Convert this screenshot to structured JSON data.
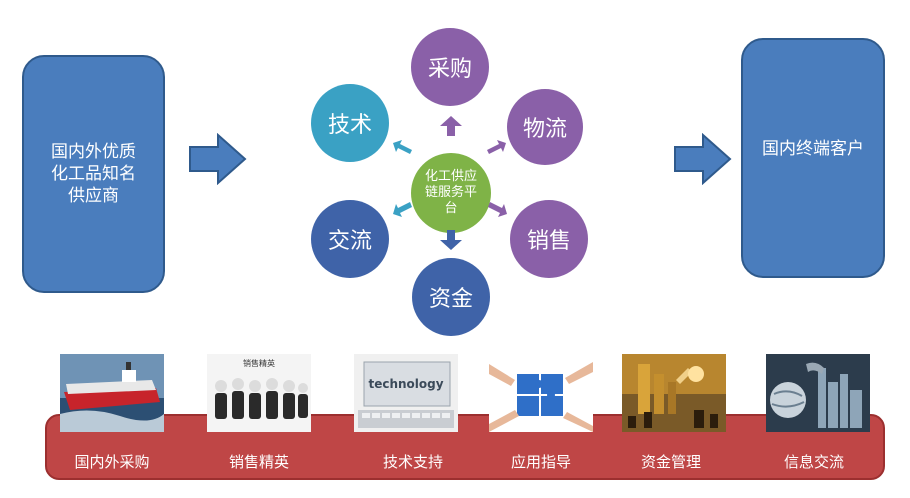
{
  "left_box": {
    "text": "国内外优质化工品知名供应商"
  },
  "right_box": {
    "text": "国内终端客户"
  },
  "center": {
    "text": "化工供应链服务平台"
  },
  "circles": [
    {
      "label": "采购",
      "color": "#8a60a8"
    },
    {
      "label": "物流",
      "color": "#8a60a8"
    },
    {
      "label": "销售",
      "color": "#8a60a8"
    },
    {
      "label": "资金",
      "color": "#3f63a8"
    },
    {
      "label": "交流",
      "color": "#3f63a8"
    },
    {
      "label": "技术",
      "color": "#3aa1c4"
    }
  ],
  "bottom": [
    {
      "label": "国内外采购"
    },
    {
      "label": "销售精英",
      "caption": "销售精英"
    },
    {
      "label": "技术支持",
      "caption": "technology"
    },
    {
      "label": "应用指导"
    },
    {
      "label": "资金管理"
    },
    {
      "label": "信息交流"
    }
  ]
}
